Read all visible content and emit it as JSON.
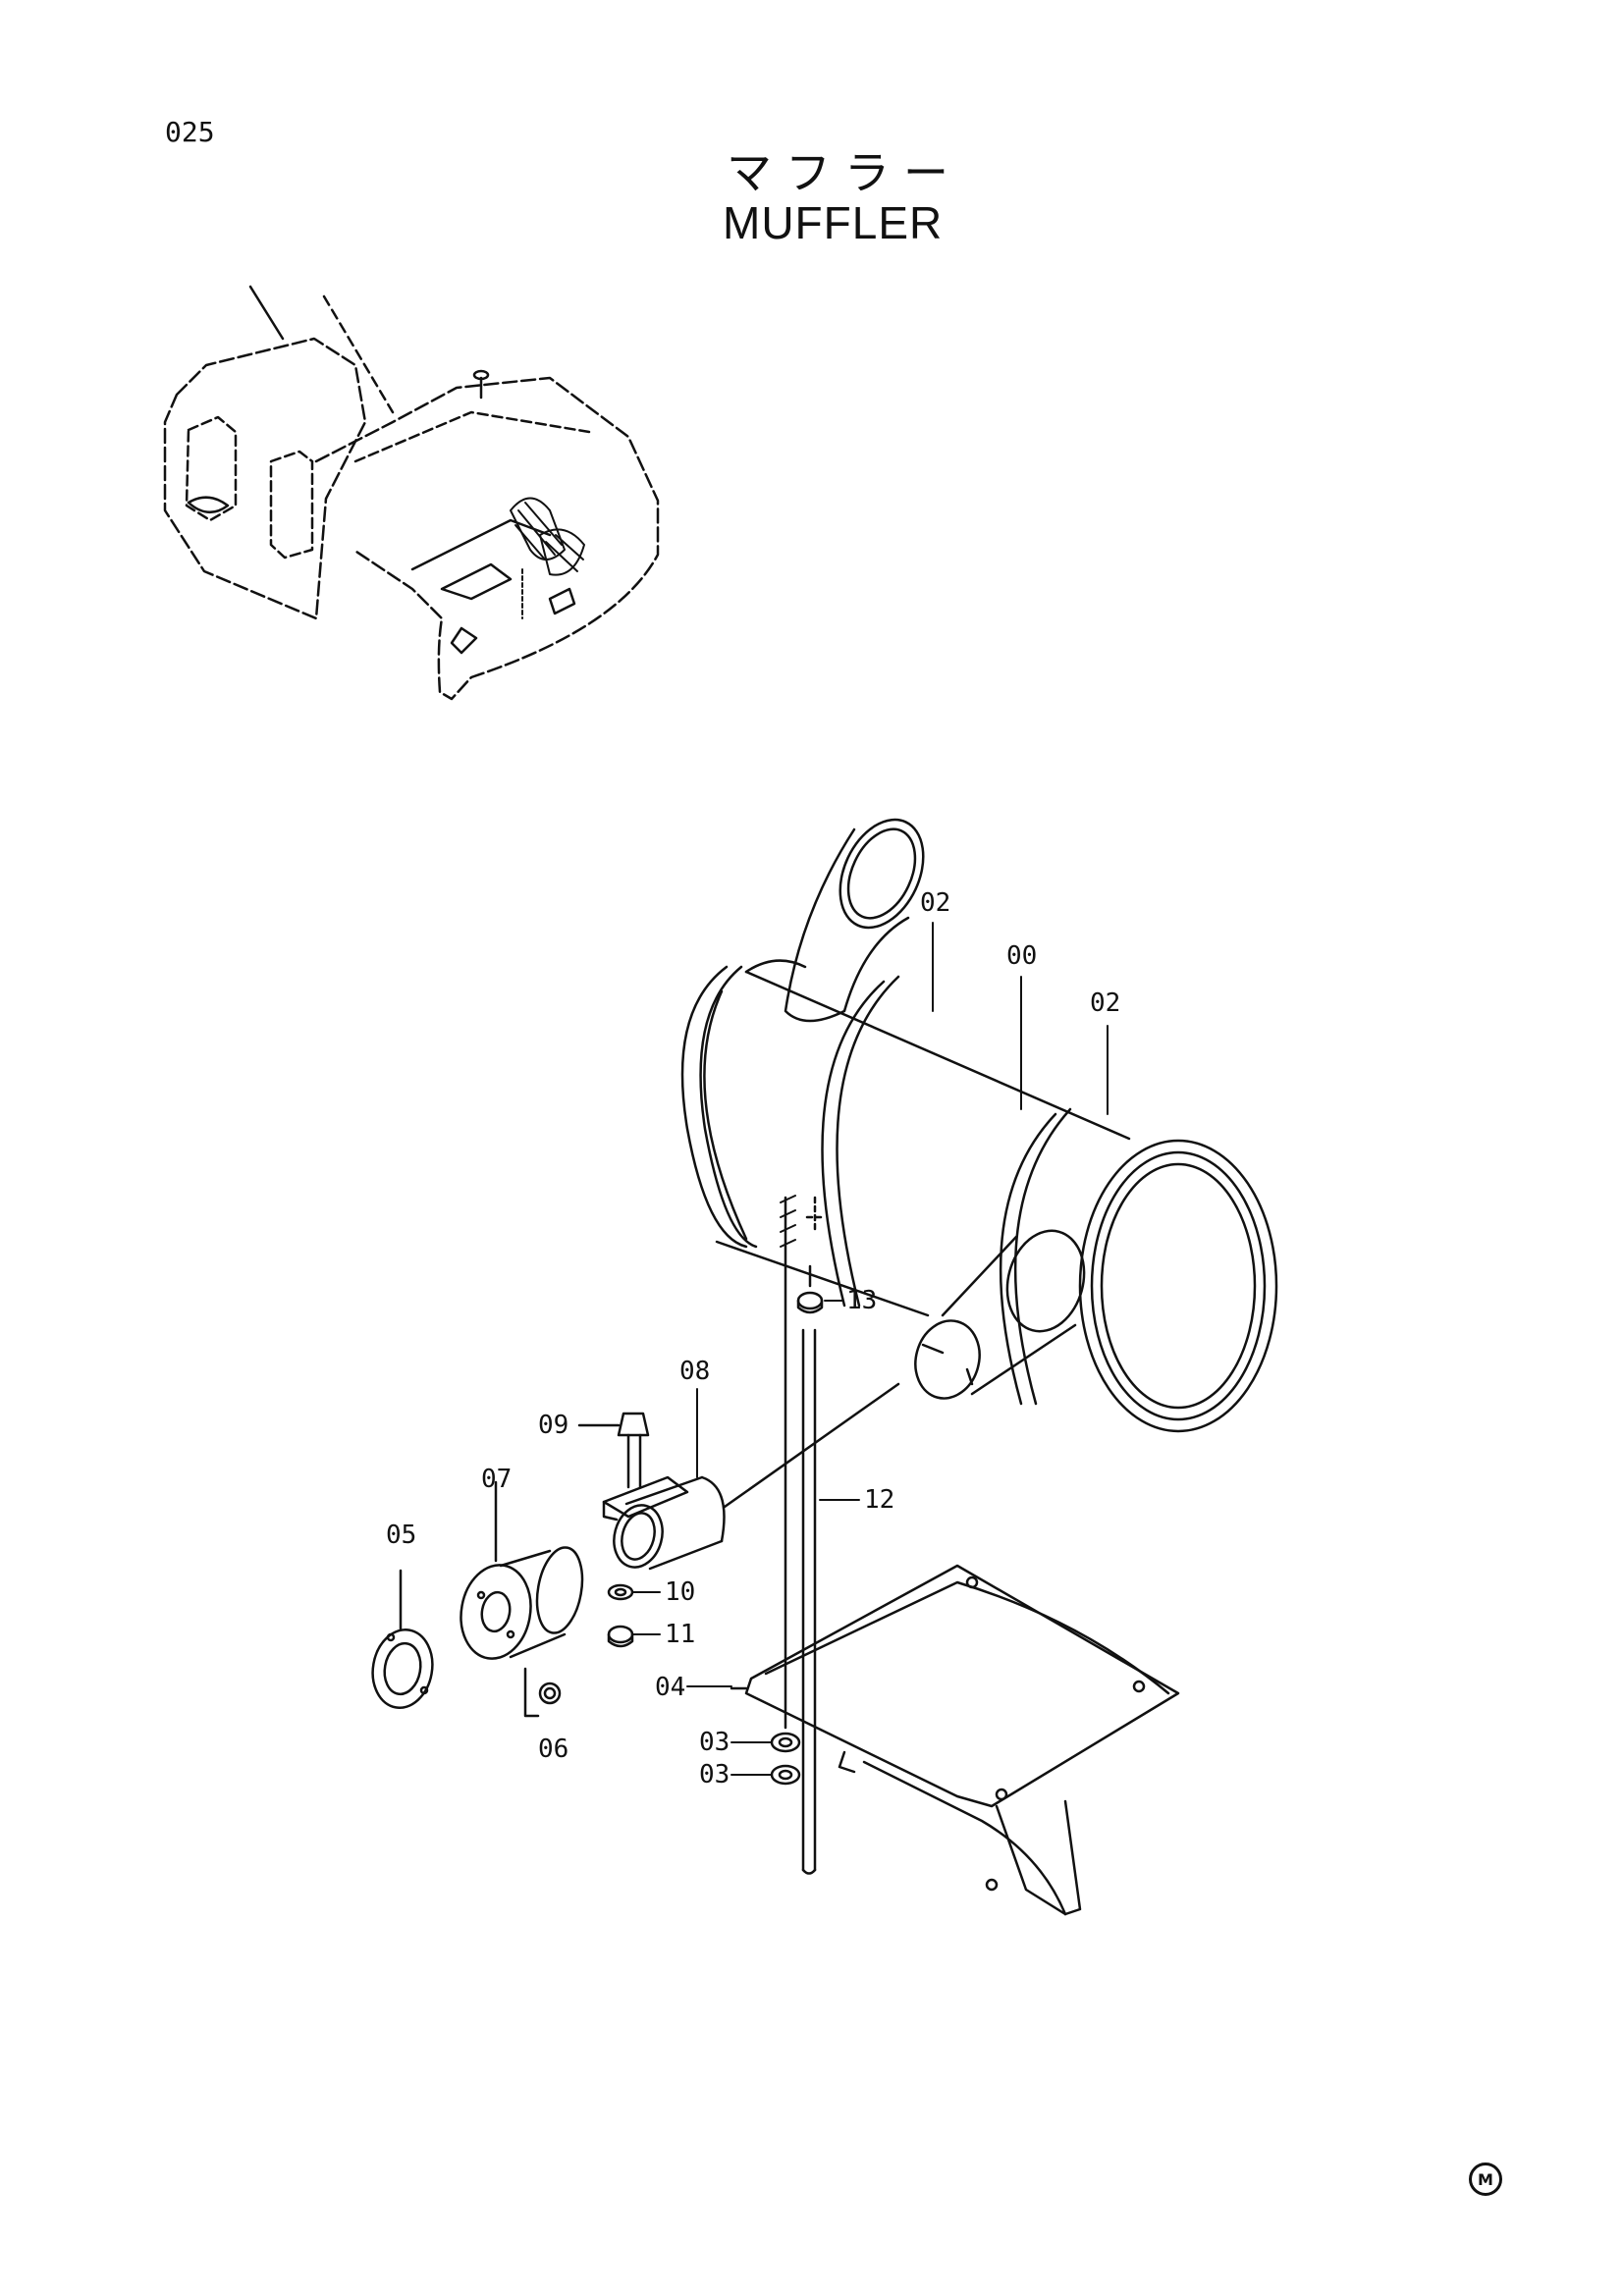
{
  "page": {
    "code": "025",
    "title_jp": "マフラー",
    "title_en": "MUFFLER",
    "mark": "M"
  },
  "parts": [
    {
      "id": "00"
    },
    {
      "id": "02"
    },
    {
      "id": "03"
    },
    {
      "id": "04"
    },
    {
      "id": "05"
    },
    {
      "id": "06"
    },
    {
      "id": "07"
    },
    {
      "id": "08"
    },
    {
      "id": "09"
    },
    {
      "id": "10"
    },
    {
      "id": "11"
    },
    {
      "id": "12"
    },
    {
      "id": "13"
    }
  ],
  "callouts": {
    "c02a": "02",
    "c00": "00",
    "c02b": "02",
    "c13": "13",
    "c08": "08",
    "c09": "09",
    "c07": "07",
    "c12": "12",
    "c05": "05",
    "c10": "10",
    "c11": "11",
    "c04": "04",
    "c06": "06",
    "c03a": "03",
    "c03b": "03"
  }
}
